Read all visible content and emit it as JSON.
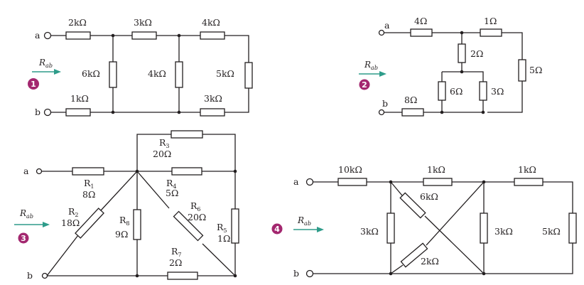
{
  "colors": {
    "line": "#231f20",
    "arrow": "#2e9c8a",
    "badge": "#a3276f",
    "background": "#ffffff"
  },
  "common": {
    "node_a": "a",
    "node_b": "b",
    "rab_symbol": "R",
    "rab_subscript": "ab"
  },
  "circuit1": {
    "badge": "1",
    "labels": {
      "top1": "2kΩ",
      "top2": "3kΩ",
      "top3": "4kΩ",
      "right": "5kΩ",
      "vert1": "6kΩ",
      "vert2": "4kΩ",
      "bot1": "1kΩ",
      "bot2": "3kΩ"
    }
  },
  "circuit2": {
    "badge": "2",
    "labels": {
      "top1": "4Ω",
      "top2": "1Ω",
      "mid": "2Ω",
      "right": "5Ω",
      "left_vert": "6Ω",
      "right_vert": "3Ω",
      "bottom": "8Ω"
    }
  },
  "circuit3": {
    "badge": "3",
    "r_prefix": "R",
    "resistors": {
      "r1": {
        "sub": "1",
        "value": "8Ω"
      },
      "r2": {
        "sub": "2",
        "value": "18Ω"
      },
      "r3": {
        "sub": "3",
        "value": "20Ω"
      },
      "r4": {
        "sub": "4",
        "value": "5Ω"
      },
      "r5": {
        "sub": "5",
        "value": "1Ω"
      },
      "r6": {
        "sub": "6",
        "value": "20Ω"
      },
      "r7": {
        "sub": "7",
        "value": "2Ω"
      },
      "r8": {
        "sub": "8",
        "value": "9Ω"
      }
    }
  },
  "circuit4": {
    "badge": "4",
    "labels": {
      "top1": "10kΩ",
      "top2": "1kΩ",
      "top3": "1kΩ",
      "diag1": "6kΩ",
      "diag2": "2kΩ",
      "left_vert": "3kΩ",
      "mid_vert": "3kΩ",
      "right_vert": "5kΩ"
    }
  }
}
